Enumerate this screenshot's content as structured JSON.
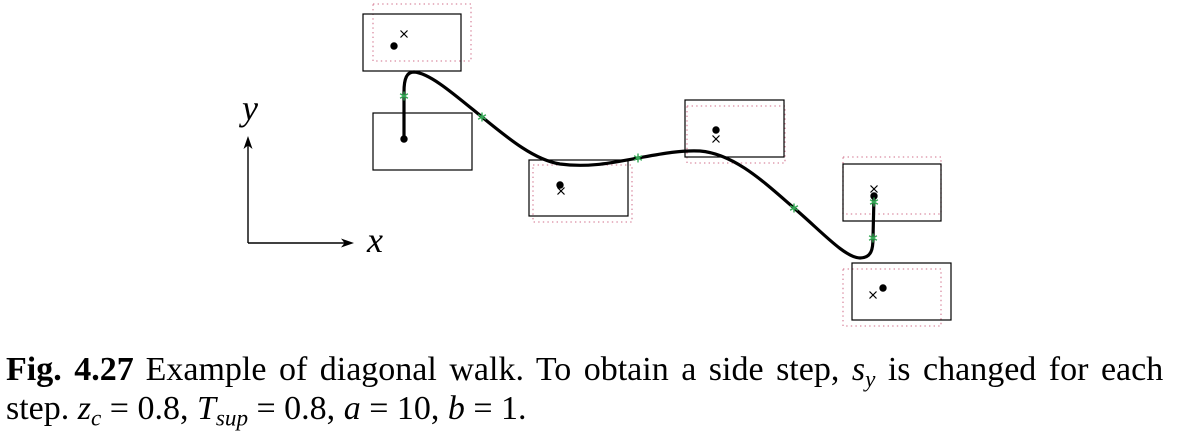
{
  "axes": {
    "x_label": "x",
    "y_label": "y"
  },
  "style": {
    "curve_color": "#000000",
    "footprint_color": "#000000",
    "dotted_outline_color": "#d98aa0",
    "star_color": "#33aa55"
  },
  "caption": {
    "label": "Fig. 4.27",
    "line1_text": "Example of diagonal walk. To obtain a side step,",
    "sy": {
      "var": "s",
      "sub": "y"
    },
    "line1_end": "is changed for each",
    "line2_start": "step.",
    "zc": {
      "var": "z",
      "sub": "c",
      "eq": "= 0.8,"
    },
    "tsup": {
      "var": "T",
      "sub": "sup",
      "eq": "= 0.8,"
    },
    "a": {
      "var": "a",
      "eq": "= 10,"
    },
    "b": {
      "var": "b",
      "eq": "= 1."
    }
  }
}
